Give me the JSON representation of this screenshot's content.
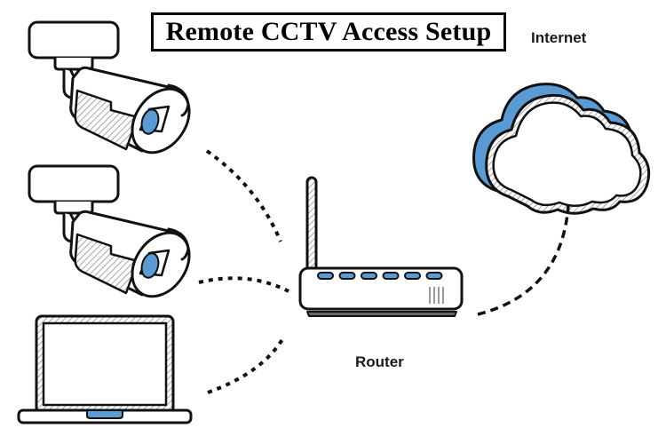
{
  "title": "Remote CCTV Access Setup",
  "labels": {
    "internet": "Internet",
    "router": "Router"
  },
  "nodes": [
    {
      "id": "camera-1",
      "type": "cctv-camera"
    },
    {
      "id": "camera-2",
      "type": "cctv-camera"
    },
    {
      "id": "laptop",
      "type": "laptop"
    },
    {
      "id": "router",
      "type": "wifi-router",
      "led_count": 6
    },
    {
      "id": "internet",
      "type": "cloud"
    }
  ],
  "connections": [
    {
      "from": "camera-1",
      "to": "router",
      "style": "dotted"
    },
    {
      "from": "camera-2",
      "to": "router",
      "style": "dotted"
    },
    {
      "from": "laptop",
      "to": "router",
      "style": "dotted"
    },
    {
      "from": "router",
      "to": "internet",
      "style": "dashed"
    }
  ],
  "colors": {
    "accent": "#5b9bd5",
    "stroke": "#111111",
    "hatch": "#9a9a9a",
    "background": "#ffffff"
  }
}
